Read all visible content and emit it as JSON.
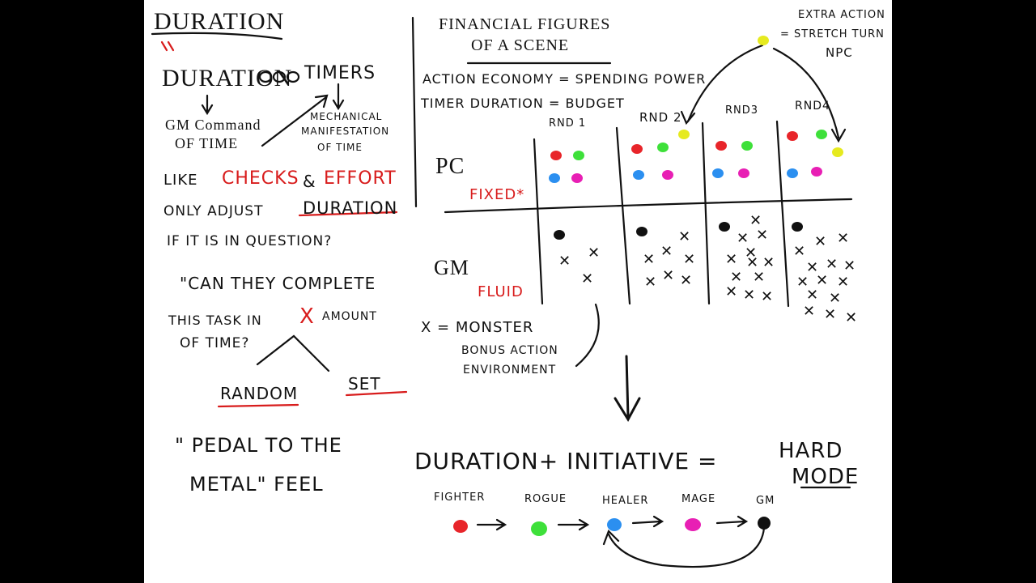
{
  "left": {
    "title": "DURATION",
    "duration_timers": {
      "a": "DURATION",
      "b": "TIMERS"
    },
    "gm_command": [
      "GM Command",
      "OF TIME"
    ],
    "mechanical": [
      "MECHANICAL",
      "MANIFESTATION",
      "OF TIME"
    ],
    "like_line": {
      "a": "LIKE",
      "checks": "CHECKS",
      "amp": "&",
      "effort": "EFFORT"
    },
    "adjust_line": {
      "a": "ONLY ADJUST",
      "duration": "DURATION"
    },
    "question_line": "IF IT IS IN QUESTION?",
    "quote1": "\"CAN THEY COMPLETE",
    "task_line": {
      "a": "THIS TASK IN",
      "x": "X",
      "b": "AMOUNT"
    },
    "time_line": "OF TIME?",
    "random": "RANDOM",
    "set": "SET",
    "pedal": [
      "\" PEDAL TO THE",
      "METAL\" FEEL"
    ]
  },
  "right": {
    "title": [
      "FINANCIAL FIGURES",
      "OF A SCENE"
    ],
    "extra": [
      "EXTRA ACTION",
      "= STRETCH TURN",
      "NPC"
    ],
    "action_economy": "ACTION ECONOMY = SPENDING POWER",
    "timer_duration": "TIMER DURATION = BUDGET",
    "rounds": [
      "RND 1",
      "RND 2",
      "RND3",
      "RND4"
    ],
    "pc": "PC",
    "fixed": "FIXED*",
    "gm": "GM",
    "fluid": "FLUID",
    "legend": [
      "X = MONSTER",
      "BONUS ACTION",
      "ENVIRONMENT"
    ],
    "hard_mode": {
      "a": "DURATION+ INITIATIVE =",
      "b": "HARD",
      "c": "MODE"
    },
    "initiative": [
      "FIGHTER",
      "ROGUE",
      "HEALER",
      "MAGE",
      "GM"
    ]
  },
  "colors": {
    "red": "#e8252a",
    "green": "#3ee03a",
    "blue": "#2b8ff0",
    "magenta": "#e81fb4",
    "yellow": "#e6ea1f",
    "black": "#111111",
    "accent_text": "#d81c1c"
  }
}
